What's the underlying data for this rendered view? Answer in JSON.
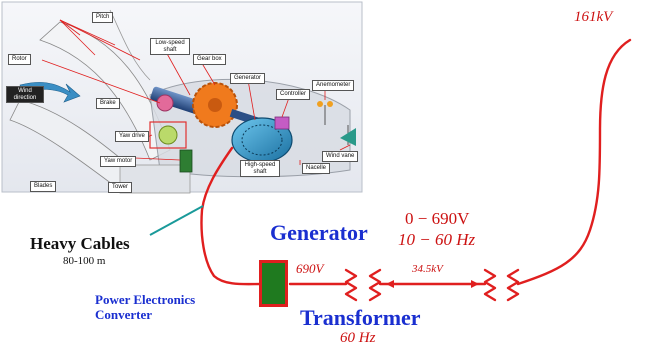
{
  "turbine_image": {
    "callouts": {
      "pitch": "Pitch",
      "rotor": "Rotor",
      "low_speed_shaft": "Low-speed shaft",
      "gear_box": "Gear box",
      "wind_direction": "Wind direction",
      "brake": "Brake",
      "generator": "Generator",
      "controller": "Controller",
      "anemometer": "Anemometer",
      "yaw_drive": "Yaw drive",
      "wind_vane": "Wind vane",
      "yaw_motor": "Yaw motor",
      "high_speed_shaft": "High-speed shaft",
      "nacelle": "Nacelle",
      "blades": "Blades",
      "tower": "Tower"
    }
  },
  "labels": {
    "heavy_cables": "Heavy Cables",
    "cable_length": "80-100 m",
    "converter_line1": "Power Electronics",
    "converter_line2": "Converter",
    "generator": "Generator",
    "gen_voltage": "0 − 690V",
    "gen_freq": "10 − 60 Hz",
    "out_voltage": "690V",
    "transmission_voltage": "34.5kV",
    "transformer": "Transformer",
    "freq": "60 Hz",
    "grid_voltage": "161kV"
  },
  "colors": {
    "wire": "#e01f1f",
    "value_text": "#cc1111",
    "title_blue": "#1a2fd0",
    "converter_fill": "#1f7a1f",
    "callout_line": "#e02020"
  }
}
